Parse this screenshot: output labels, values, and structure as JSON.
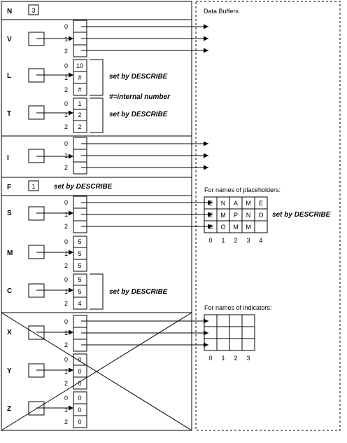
{
  "sections": {
    "N": {
      "label": "N",
      "value": "3"
    },
    "V": {
      "label": "V",
      "indices": [
        "0",
        "1",
        "2"
      ]
    },
    "L": {
      "label": "L",
      "indices": [
        "0",
        "1",
        "2"
      ],
      "values": [
        "10",
        "#",
        "#"
      ]
    },
    "T": {
      "label": "T",
      "indices": [
        "0",
        "1",
        "2"
      ],
      "values": [
        "1",
        "2",
        "2"
      ]
    },
    "I": {
      "label": "I",
      "indices": [
        "0",
        "1",
        "2"
      ]
    },
    "F": {
      "label": "F",
      "value": "1"
    },
    "S": {
      "label": "S",
      "indices": [
        "0",
        "1",
        "2"
      ]
    },
    "M": {
      "label": "M",
      "indices": [
        "0",
        "1",
        "2"
      ],
      "values": [
        "5",
        "5",
        "5"
      ]
    },
    "C": {
      "label": "C",
      "indices": [
        "0",
        "1",
        "2"
      ],
      "values": [
        "5",
        "5",
        "4"
      ]
    },
    "X": {
      "label": "X",
      "indices": [
        "0",
        "1",
        "2"
      ]
    },
    "Y": {
      "label": "Y",
      "indices": [
        "0",
        "1",
        "2"
      ],
      "values": [
        "0",
        "0",
        "0"
      ]
    },
    "Z": {
      "label": "Z",
      "indices": [
        "0",
        "1",
        "2"
      ],
      "values": [
        "0",
        "0",
        "0"
      ]
    }
  },
  "notes": {
    "set_by_describe": "set by DESCRIBE",
    "internal_number": "#=internal number"
  },
  "data_buffers": {
    "title": "Data Buffers",
    "placeholders_heading": "For names of placeholders:",
    "placeholder_grid": [
      [
        "E",
        "N",
        "A",
        "M",
        "E"
      ],
      [
        "E",
        "M",
        "P",
        "N",
        "O"
      ],
      [
        "C",
        "O",
        "M",
        "M",
        ""
      ]
    ],
    "placeholder_cols": [
      "0",
      "1",
      "2",
      "3",
      "4"
    ],
    "indicators_heading": "For names of indicators:",
    "indicator_cols": [
      "0",
      "1",
      "2",
      "3"
    ]
  }
}
